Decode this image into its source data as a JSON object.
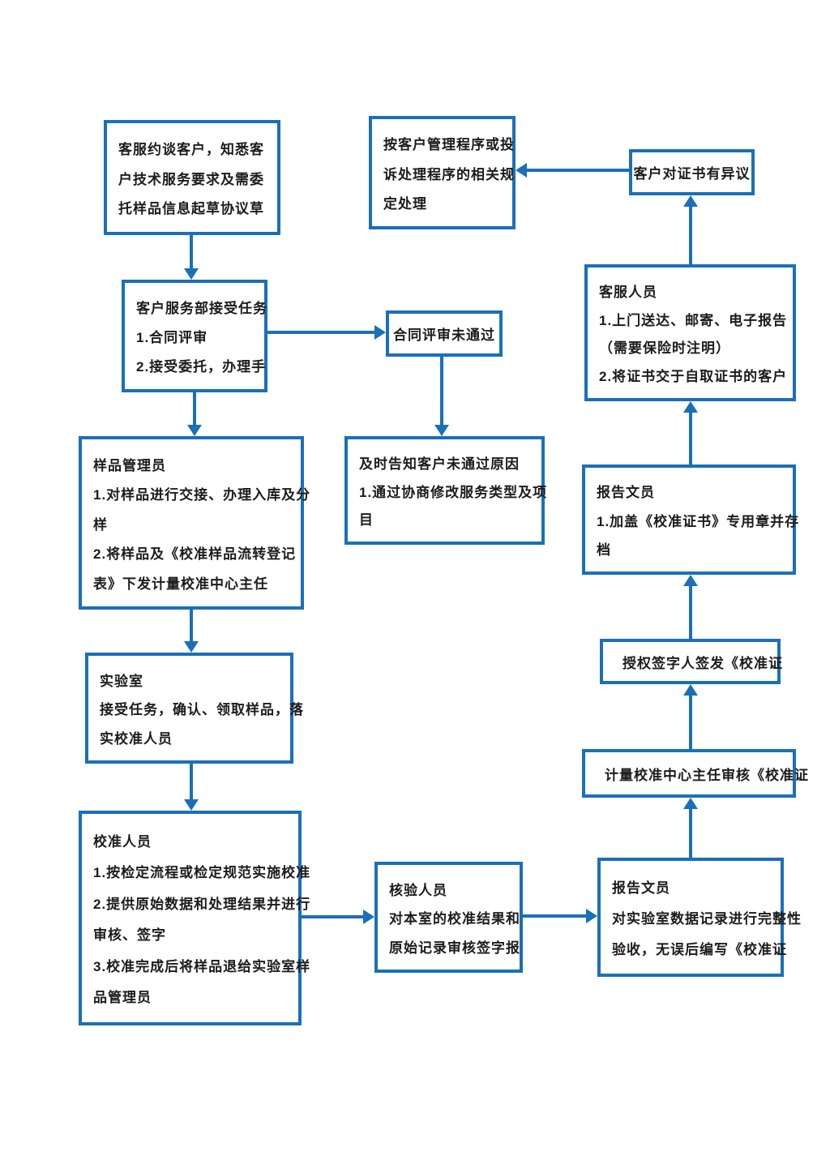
{
  "colors": {
    "accent": "#1a70b8",
    "text": "#1c1c1c",
    "background": "#ffffff"
  },
  "diagram_type": "flowchart",
  "nodes": {
    "consult": {
      "lines": [
        "客服约谈客户，知悉客",
        "户技术服务要求及需委",
        "托样品信息起草协议草"
      ]
    },
    "complaint": {
      "lines": [
        "按客户管理程序或投",
        "诉处理程序的相关规",
        "定处理"
      ]
    },
    "objection": {
      "lines": [
        "客户对证书有异议"
      ]
    },
    "service_dept": {
      "lines": [
        "客户服务部接受任务",
        "1.合同评审",
        "2.接受委托，办理手"
      ]
    },
    "review_fail": {
      "lines": [
        "合同评审未通过"
      ]
    },
    "cs_staff": {
      "lines": [
        "客服人员",
        "1.上门送达、邮寄、电子报告",
        "（需要保险时注明）",
        "2.将证书交于自取证书的客户"
      ]
    },
    "sample_admin": {
      "lines": [
        "样品管理员",
        "1.对样品进行交接、办理入库及分",
        "样",
        "2.将样品及《校准样品流转登记",
        "表》下发计量校准中心主任"
      ]
    },
    "notify_fail": {
      "lines": [
        "及时告知客户未通过原因",
        "1.通过协商修改服务类型及项",
        "目"
      ]
    },
    "report_seal": {
      "lines": [
        "报告文员",
        "1.加盖《校准证书》专用章并存",
        "档"
      ]
    },
    "lab": {
      "lines": [
        "实验室",
        "接受任务，确认、领取样品，落",
        "实校准人员"
      ]
    },
    "signer": {
      "lines": [
        "授权签字人签发《校准证"
      ]
    },
    "director": {
      "lines": [
        "计量校准中心主任审核《校准证"
      ]
    },
    "calibrator": {
      "lines": [
        "校准人员",
        "1.按检定流程或检定规范实施校准",
        "2.提供原始数据和处理结果并进行",
        "审核、签字",
        "3.校准完成后将样品退给实验室样",
        "品管理员"
      ]
    },
    "verifier": {
      "lines": [
        "核验人员",
        "对本室的校准结果和",
        "原始记录审核签字报"
      ]
    },
    "report_check": {
      "lines": [
        "报告文员",
        "对实验室数据记录进行完整性",
        "验收，无误后编写《校准证"
      ]
    }
  }
}
